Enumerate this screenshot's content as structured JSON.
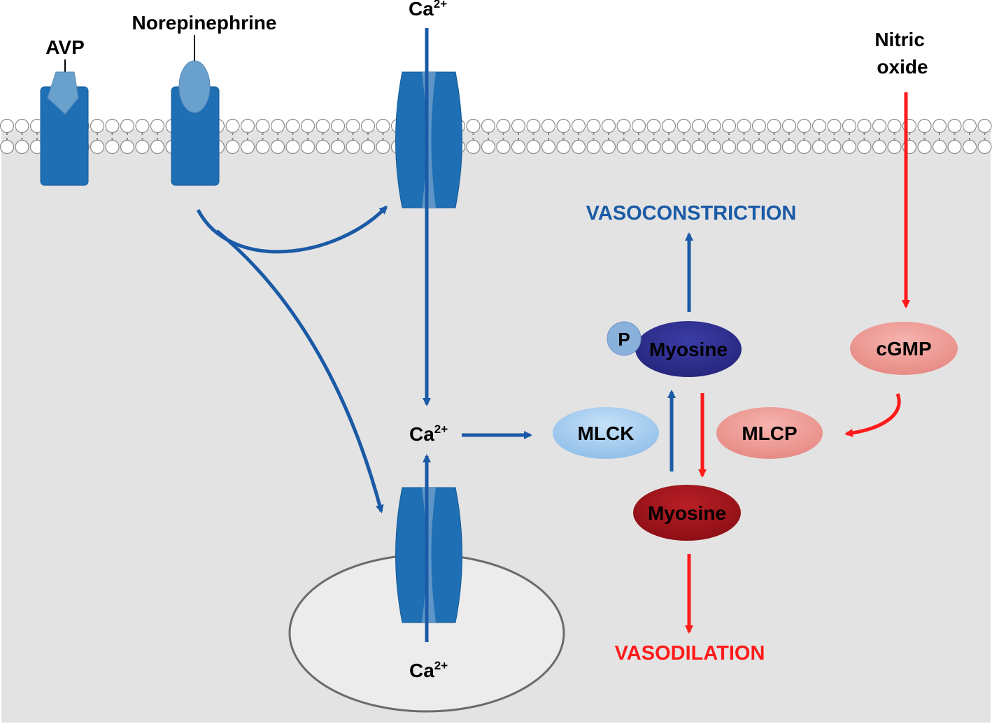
{
  "labels": {
    "avp": "AVP",
    "norepinephrine": "Norepinephrine",
    "ca_top_base": "Ca",
    "ca_top_sup": "2+",
    "ca_mid_base": "Ca",
    "ca_mid_sup": "2+",
    "ca_bottom_base": "Ca",
    "ca_bottom_sup": "2+",
    "nitric_line1": "Nitric",
    "nitric_line2": "oxide",
    "vasoconstriction": "VASOCONSTRICTION",
    "vasodilation": "VASODILATION",
    "myosine_p": "Myosine",
    "phosphate": "P",
    "myosine": "Myosine",
    "mlck": "MLCK",
    "mlcp": "MLCP",
    "cgmp": "cGMP"
  },
  "colors": {
    "cytoplasm": "#e3e3e3",
    "membrane_bead": "#ffffff",
    "membrane_stroke": "#8a8a8a",
    "receptor": "#1f6fb5",
    "ligand": "#6aa0cc",
    "channel": "#1f6fb5",
    "channel_inner": "#5d95c8",
    "blue_arrow": "#1a5aa6",
    "red_arrow": "#ff1a1a",
    "er_fill": "#ececec",
    "er_stroke": "#6b6b6b",
    "myosine_p_fill": "#2e2f91",
    "phosphate_fill": "#8ab0dc",
    "myosine_fill": "#a0131a",
    "mlck_fill": "#a9cff2",
    "mlcp_fill": "#f09a94",
    "cgmp_fill": "#f09a94",
    "vasoconstriction_text": "#1a5aa6",
    "vasodilation_text": "#ff1a1a"
  }
}
